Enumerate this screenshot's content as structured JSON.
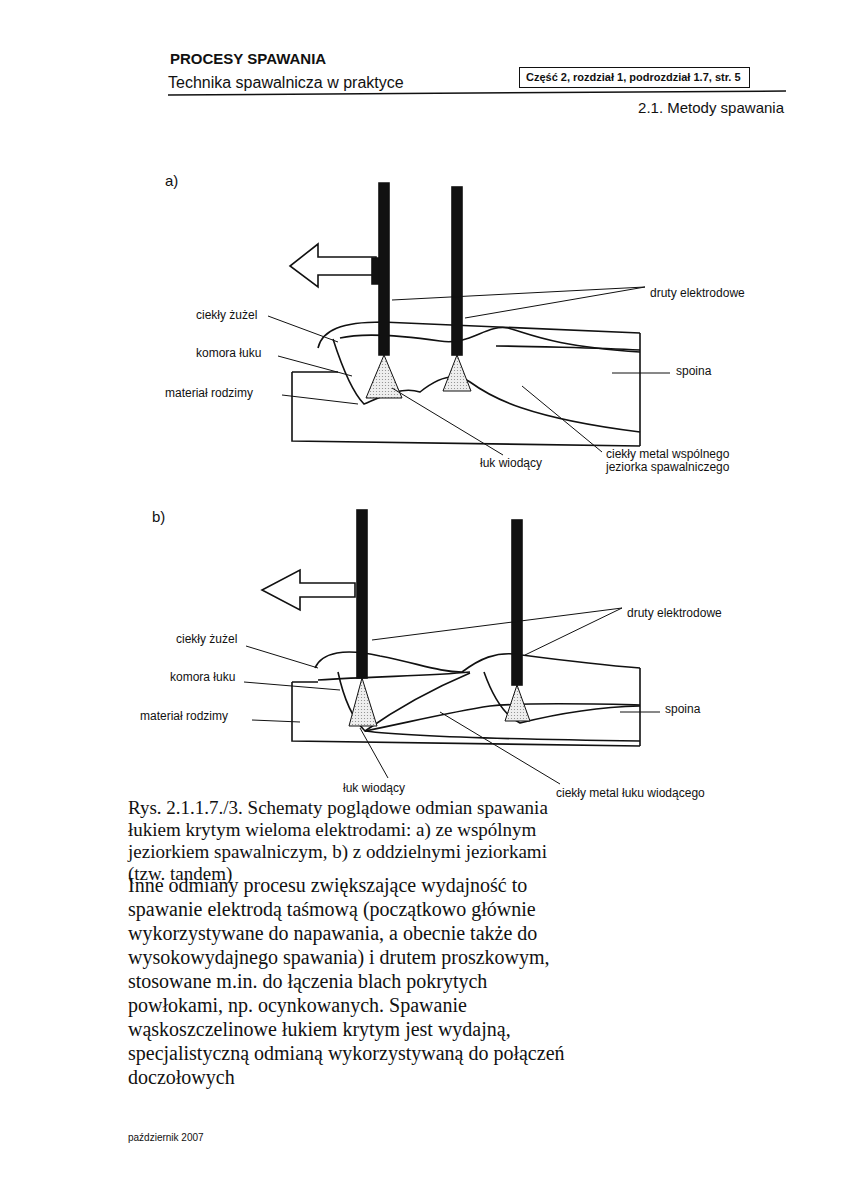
{
  "diagram": {
    "title": "PROCESY SPAWANIA",
    "caption": "Rys. 2.1.1.7./3. Schematy poglądowe odmian spawania łukiem krytym wieloma elektrodami: a) ze wspólnym jeziorkiem spawalniczym, b) z oddzielnymi jeziorkami (tzw. tandem)",
    "nodes": [
      {
        "text": [
          "Część 2, rozdział 1, podrozdział 1.7, str. 5"
        ]
      }
    ],
    "labels": [
      "Technika spawalnicza w praktyce",
      "2.1. Metody spawania",
      "a)",
      "druty elektrodowe",
      "ciekły żużel",
      "komora łuku",
      "materiał rodzimy",
      "spoina",
      "łuk wiodący",
      "ciekły metal wspólnego jeziorka spawalniczego",
      "b)",
      "druty elektrodowe",
      "ciekły żużel",
      "komora łuku",
      "materiał rodzimy",
      "spoina",
      "łuk wiodący",
      "ciekły metal łuku wiodącego",
      "Inne odmiany procesu zwiększające wydajność to spawanie elektrodą taśmową (początkowo głównie wykorzystywane do napawania, a obecnie także do wysokowydajnego spawania) i drutem proszkowym, stosowane m.in. do łączenia blach pokrytych powłokami, np. ocynkowanych. Spawanie wąskoszczelinowe łukiem krytym jest wydajną, specjalistyczną odmianą wykorzystywaną do połączeń doczołowych",
      "październik 2007"
    ]
  }
}
